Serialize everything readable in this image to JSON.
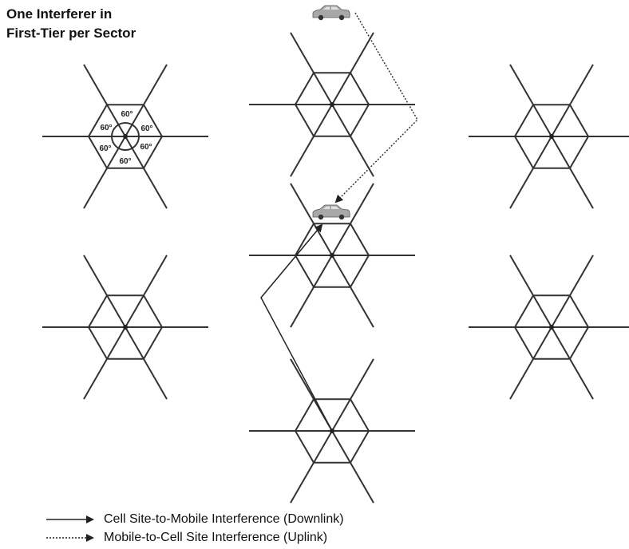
{
  "title": {
    "line1": "One Interferer in",
    "line2": "First-Tier per Sector"
  },
  "sector_angle_label": "60°",
  "legend": {
    "downlink": "Cell Site-to-Mobile Interference (Downlink)",
    "uplink": "Mobile-to-Cell Site Interference (Uplink)"
  },
  "colors": {
    "line": "#333333",
    "car_body": "#a8a8a8"
  }
}
